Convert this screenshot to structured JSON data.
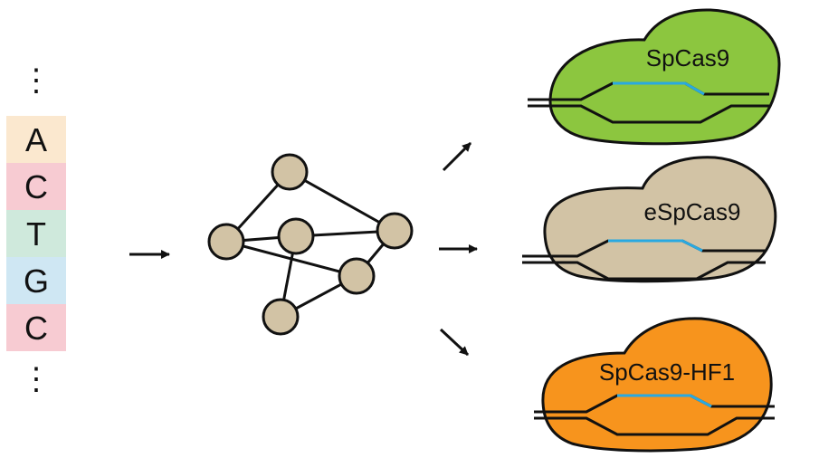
{
  "sequence": {
    "top_ellipsis": "⋮",
    "bottom_ellipsis": "⋮",
    "bases": [
      {
        "letter": "A",
        "color": "#fbe8cf"
      },
      {
        "letter": "C",
        "color": "#f7cbd2"
      },
      {
        "letter": "T",
        "color": "#cfe9dc"
      },
      {
        "letter": "G",
        "color": "#cfe7f3"
      },
      {
        "letter": "C",
        "color": "#f7cbd2"
      }
    ]
  },
  "network": {
    "node_color": "#d2c3a5"
  },
  "enzymes": [
    {
      "label": "SpCas9",
      "fill": "#8cc63f"
    },
    {
      "label": "eSpCas9",
      "fill": "#d2c3a5"
    },
    {
      "label": "SpCas9-HF1",
      "fill": "#f7941d"
    }
  ],
  "colors": {
    "guide_strand": "#29a9e1",
    "stroke": "#111111"
  }
}
